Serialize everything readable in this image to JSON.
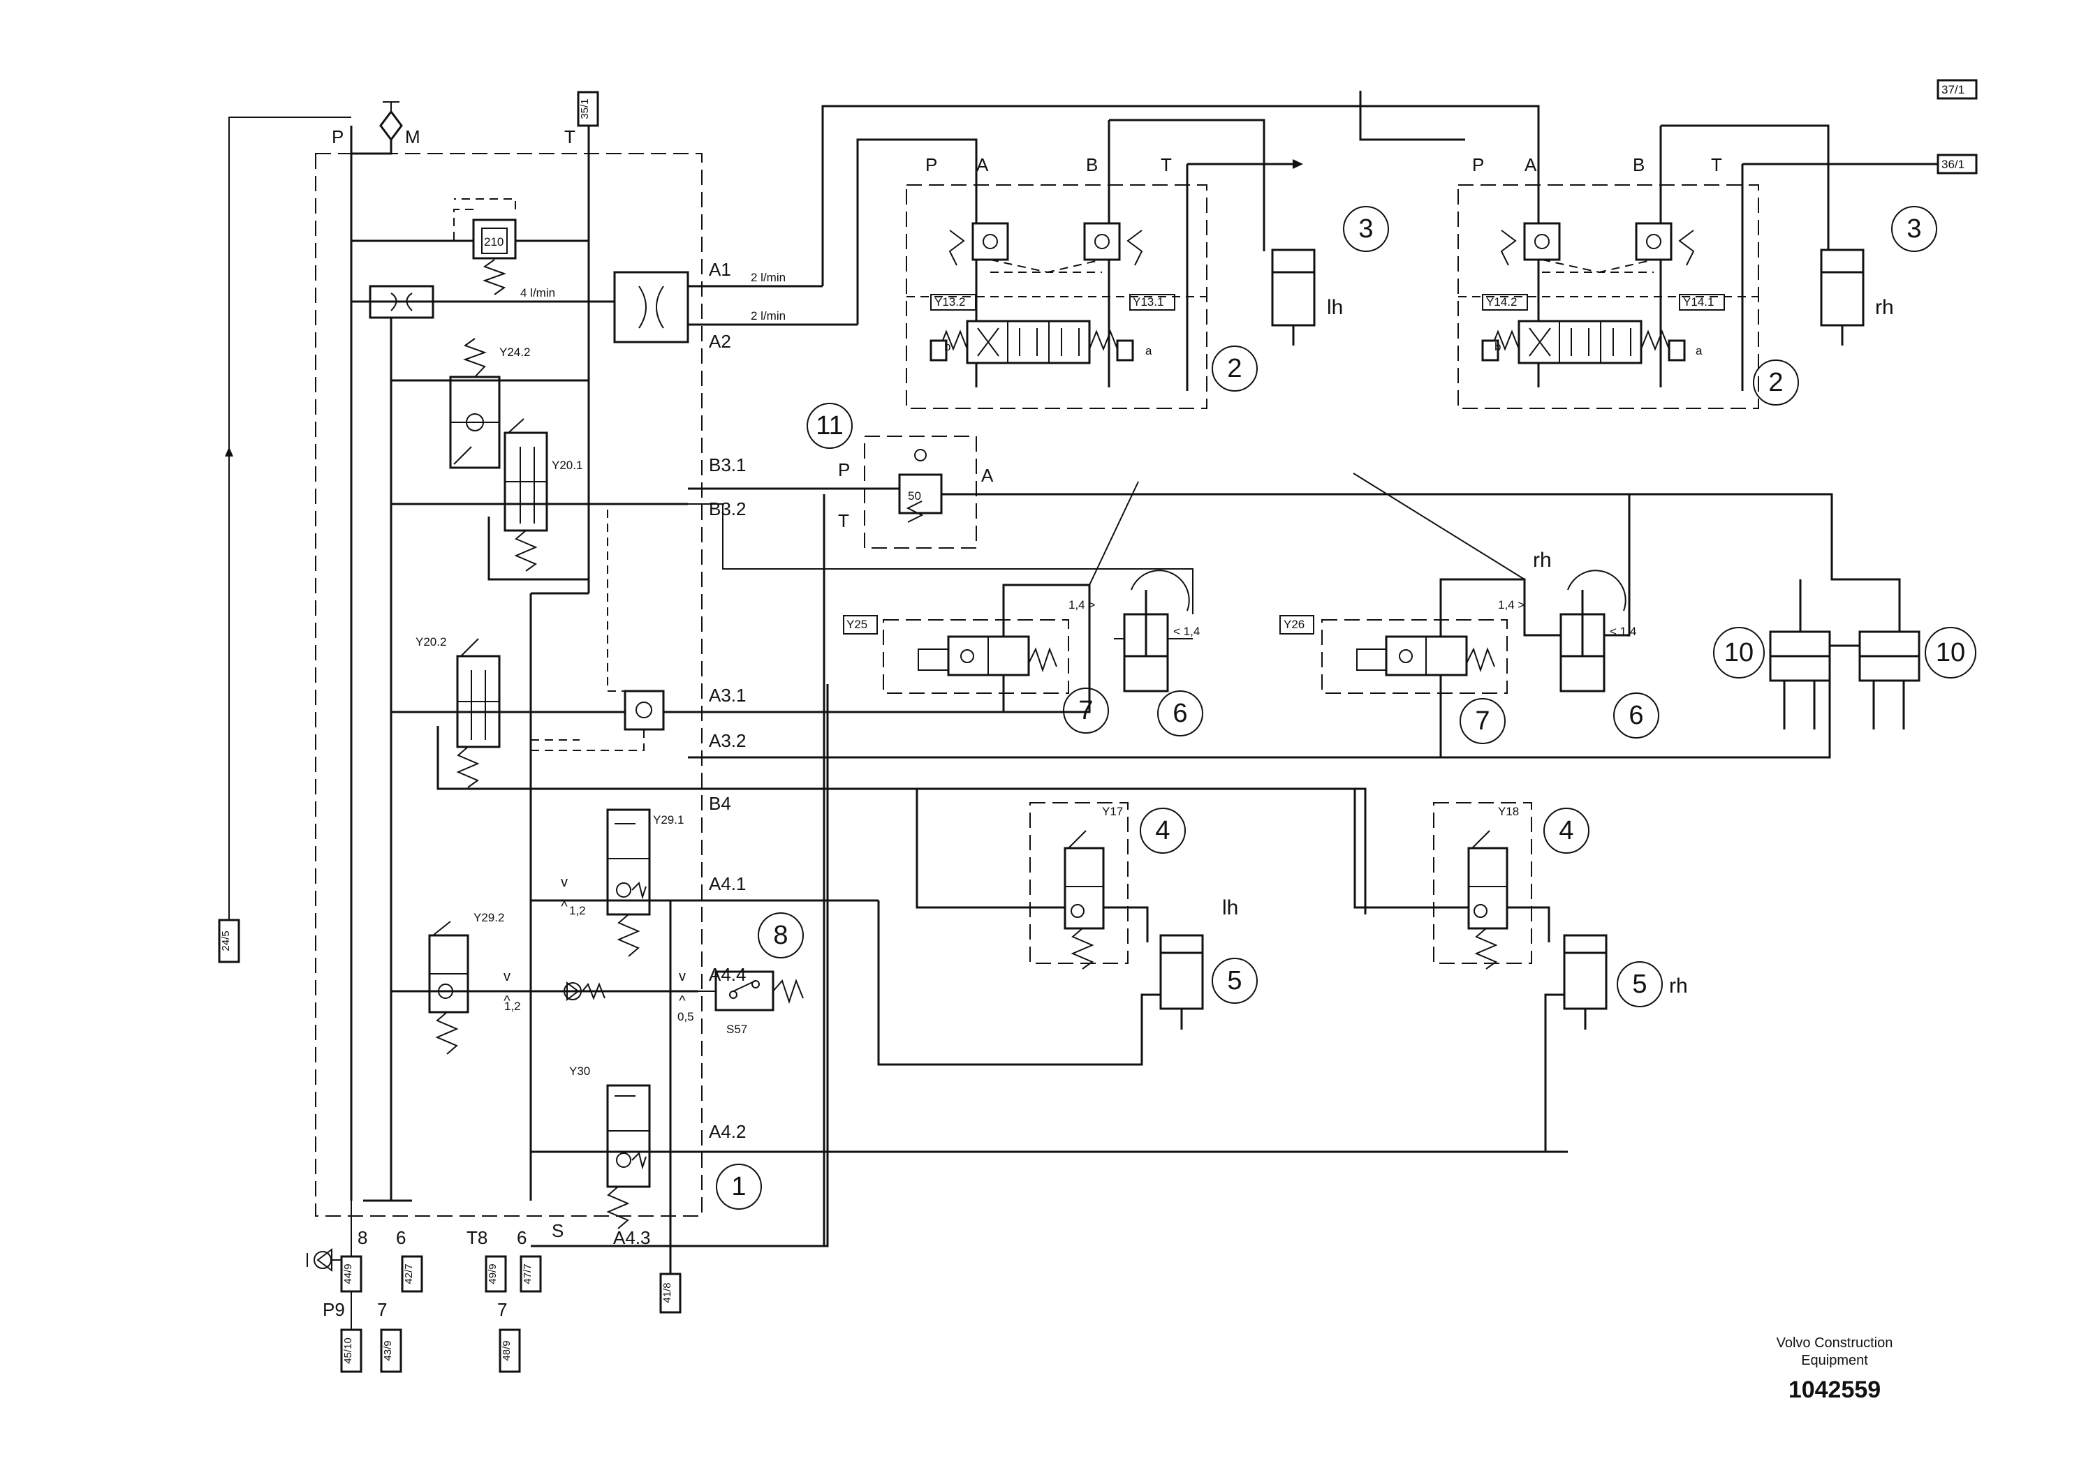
{
  "ports": {
    "p": "P",
    "m": "M",
    "t": "T",
    "a1": "A1",
    "a2": "A2",
    "b31": "B3.1",
    "b32": "B3.2",
    "a31": "A3.1",
    "a32": "A3.2",
    "b4": "B4",
    "a41": "A4.1",
    "a44": "A4.4",
    "a42": "A4.2",
    "a43": "A4.3",
    "s": "S",
    "t8": "T8",
    "p9": "P9",
    "n8": "8",
    "n6": "6",
    "n7": "7",
    "n6b": "6",
    "n7b": "7"
  },
  "flows": {
    "f4": "4 l/min",
    "f2a": "2 l/min",
    "f2b": "2 l/min"
  },
  "relief": {
    "r210": "210",
    "r50": "50"
  },
  "orifices": {
    "o12a": "1,2",
    "o12b": "1,2",
    "o05": "0,5",
    "o14a": "1,4 >",
    "o14b": "< 1,4",
    "o14c": "1,4 >",
    "o14d": "< 1,4"
  },
  "solenoids": {
    "y242": "Y24.2",
    "y201": "Y20.1",
    "y202": "Y20.2",
    "y291": "Y29.1",
    "y292": "Y29.2",
    "y30": "Y30",
    "y132": "Y13.2",
    "y131": "Y13.1",
    "y142": "Y14.2",
    "y141": "Y14.1",
    "y25": "Y25",
    "y26": "Y26",
    "y17": "Y17",
    "y18": "Y18",
    "s57": "S57"
  },
  "valve_ports": {
    "lp": "P",
    "la": "A",
    "lb": "B",
    "lt": "T",
    "lbs": "b",
    "las": "a",
    "rp": "P",
    "ra": "A",
    "rb": "B",
    "rt": "T",
    "rbs": "b",
    "ras": "a",
    "pp": "P",
    "pa": "A",
    "pt": "T"
  },
  "sides": {
    "lh1": "lh",
    "rh1": "rh",
    "rh2": "rh",
    "lh2": "lh",
    "rh3": "rh"
  },
  "callouts": {
    "c1": "1",
    "c2a": "2",
    "c2b": "2",
    "c3a": "3",
    "c3b": "3",
    "c4a": "4",
    "c4b": "4",
    "c5a": "5",
    "c5b": "5",
    "c6a": "6",
    "c6b": "6",
    "c7a": "7",
    "c7b": "7",
    "c8": "8",
    "c10a": "10",
    "c10b": "10",
    "c11": "11"
  },
  "page_refs": {
    "r351": "35/1",
    "r371": "37/1",
    "r361": "36/1",
    "r245": "24/5",
    "r449": "44/9",
    "r427": "42/7",
    "r4510": "45/10",
    "r439": "43/9",
    "r499": "49/9",
    "r477": "47/7",
    "r489": "48/9",
    "r418": "41/8"
  },
  "footer": {
    "company_line1": "Volvo Construction",
    "company_line2": "Equipment",
    "doc_number": "1042559"
  }
}
